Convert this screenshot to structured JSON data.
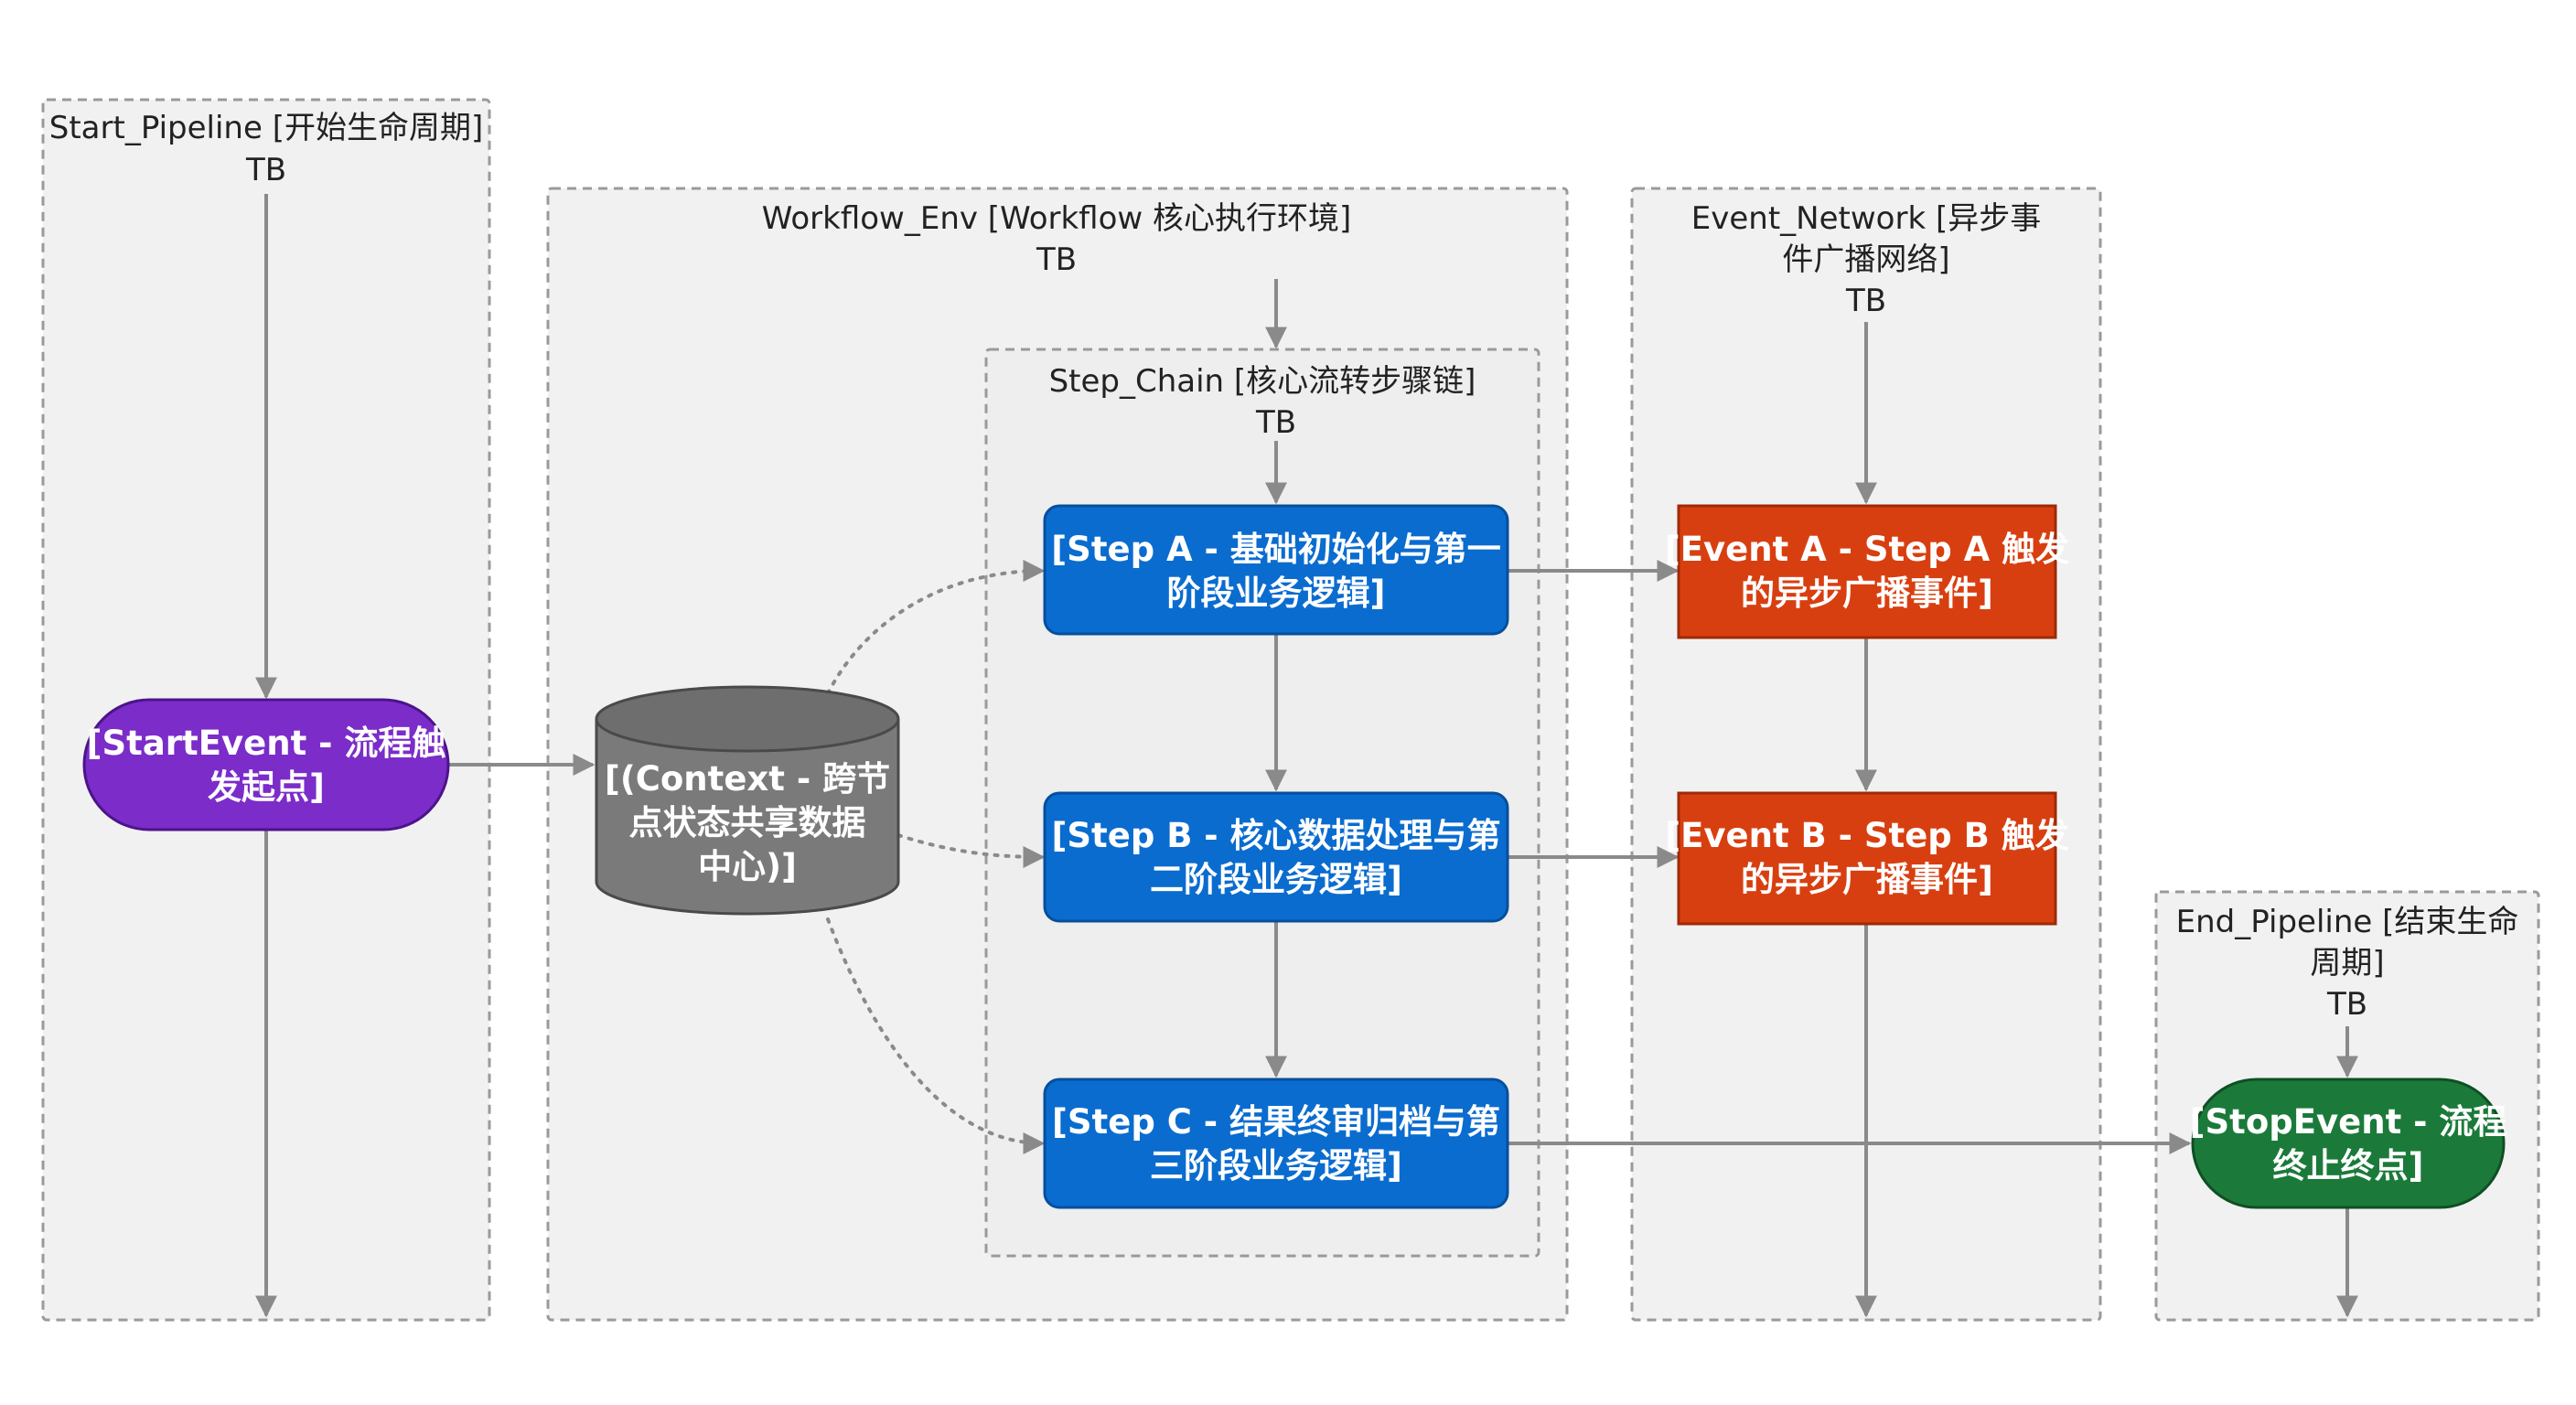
{
  "clusters": {
    "start_pipeline": {
      "title": "Start_Pipeline [开始生命周期]",
      "direction": "TB"
    },
    "workflow_env": {
      "title": "Workflow_Env [Workflow 核心执行环境]",
      "direction": "TB"
    },
    "step_chain": {
      "title": "Step_Chain [核心流转步骤链]",
      "direction": "TB"
    },
    "event_network": {
      "title_line1": "Event_Network [异步事",
      "title_line2": "件广播网络]",
      "direction": "TB"
    },
    "end_pipeline": {
      "title_line1": "End_Pipeline [结束生命",
      "title_line2": "周期]",
      "direction": "TB"
    }
  },
  "nodes": {
    "start_event": {
      "line1": "[StartEvent - 流程触",
      "line2": "发起点]"
    },
    "context": {
      "line1": "[(Context - 跨节",
      "line2": "点状态共享数据",
      "line3": "中心)]"
    },
    "step_a": {
      "line1": "[Step A - 基础初始化与第一",
      "line2": "阶段业务逻辑]"
    },
    "step_b": {
      "line1": "[Step B - 核心数据处理与第",
      "line2": "二阶段业务逻辑]"
    },
    "step_c": {
      "line1": "[Step C - 结果终审归档与第",
      "line2": "三阶段业务逻辑]"
    },
    "event_a": {
      "line1": "[Event A - Step A 触发",
      "line2": "的异步广播事件]"
    },
    "event_b": {
      "line1": "[Event B - Step B 触发",
      "line2": "的异步广播事件]"
    },
    "stop_event": {
      "line1": "[StopEvent - 流程",
      "line2": "终止终点]"
    }
  },
  "colors": {
    "start": "#7b2cc9",
    "step": "#0a6ccf",
    "event": "#d83f10",
    "stop": "#1b7a3a",
    "context": "#7a7a7a",
    "edge": "#8a8a8a"
  }
}
